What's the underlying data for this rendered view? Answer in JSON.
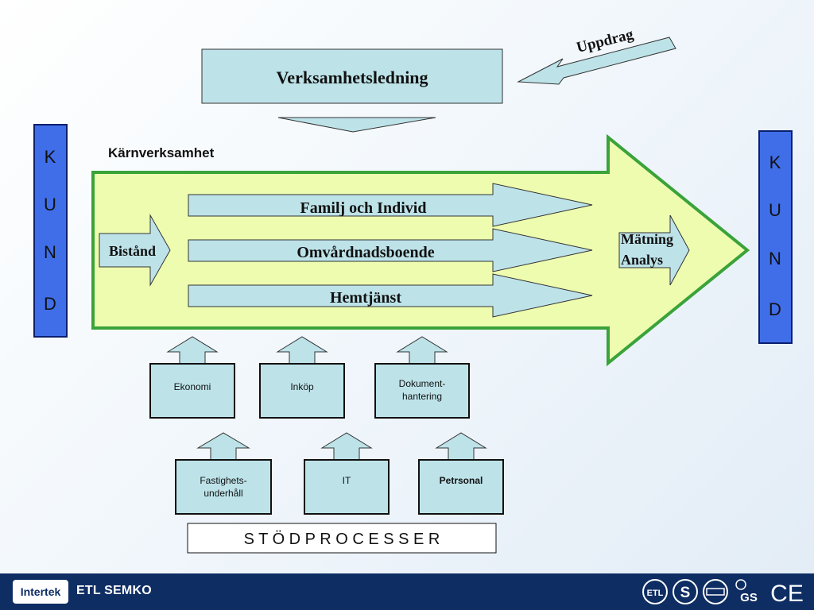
{
  "diagram": {
    "top_label": "Verksamhetsledning",
    "mandate_label": "Uppdrag",
    "core_label": "Kärnverksamhet",
    "left_customer": [
      "K",
      "U",
      "N",
      "D"
    ],
    "right_customer": [
      "K",
      "U",
      "N",
      "D"
    ],
    "entry_label": "Bistånd",
    "process_arrows": [
      "Familj och Individ",
      "Omvårdnadsboende",
      "Hemtjänst"
    ],
    "measure_labels": [
      "Mätning",
      "Analys"
    ],
    "support_row_1": [
      {
        "lines": [
          "Ekonomi"
        ]
      },
      {
        "lines": [
          "Inköp"
        ]
      },
      {
        "lines": [
          "Dokument-",
          "hantering"
        ]
      }
    ],
    "support_row_2": [
      {
        "lines": [
          "Fastighets-",
          "underhåll"
        ]
      },
      {
        "lines": [
          "IT"
        ]
      },
      {
        "lines": [
          "Petrsonal"
        ]
      }
    ],
    "support_caption": "S T Ö D P R O C E S S E R"
  },
  "footer": {
    "logo_text": "Intertek",
    "brand_text": "ETL SEMKO",
    "cert_marks": [
      "ETL",
      "S",
      "TUV",
      "GS",
      "CE"
    ]
  },
  "colors": {
    "box_fill": "#bde3e9",
    "core_fill": "#eefcb0",
    "core_border": "#3aa33a",
    "kund_fill": "#3f6ee8",
    "kund_border": "#0a1f6e",
    "footer_bg": "#0e2d63"
  }
}
